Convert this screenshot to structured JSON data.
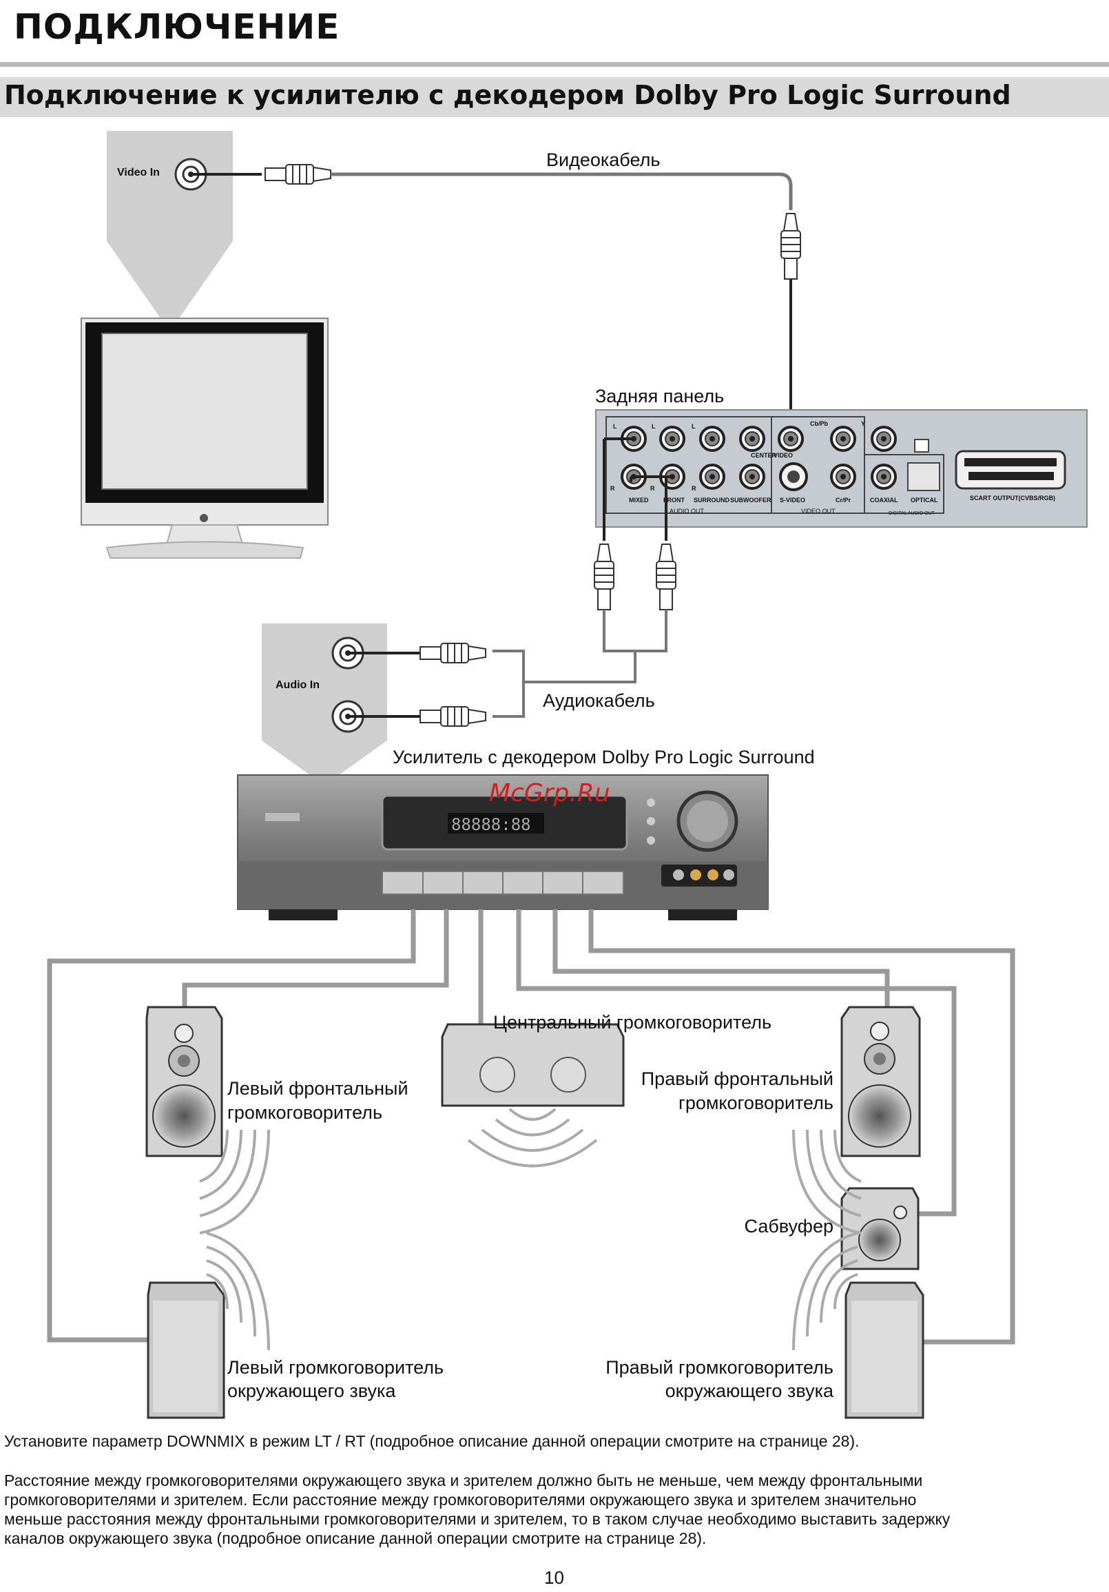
{
  "header": {
    "title": "ПОДКЛЮЧЕНИЕ",
    "subtitle": "Подключение к усилителю с декодером Dolby Pro Logic Surround"
  },
  "diagram": {
    "video_in": "Video In",
    "audio_in": "Audio In",
    "video_cable": "Видеокабель",
    "rear_panel": "Задняя панель",
    "audio_cable": "Аудиокабель",
    "amplifier": "Усилитель с декодером Dolby Pro Logic Surround",
    "center_speaker": "Центральный громкоговоритель",
    "left_front_speaker": [
      "Левый фронтальный",
      "громкоговоритель"
    ],
    "right_front_speaker": [
      "Правый фронтальный",
      "громкоговоритель"
    ],
    "subwoofer": "Сабвуфер",
    "left_surround_speaker": [
      "Левый громкоговоритель",
      "окружающего звука"
    ],
    "right_surround_speaker": [
      "Правый громкоговоритель",
      "окружающего звука"
    ],
    "panel_labels": {
      "mixed": "MIXED",
      "front": "FRONT",
      "surround": "SURROUND",
      "subwoofer": "SUBWOOFER",
      "center": "CENTER",
      "video": "VIDEO",
      "cbpb": "Cb/Pb",
      "y": "Y",
      "svideo": "S-VIDEO",
      "crpr": "Cr/Pr",
      "coaxial": "COAXIAL",
      "optical": "OPTICAL",
      "audio_out": "AUDIO OUT",
      "video_out": "VIDEO OUT",
      "digital_audio_out": "DIGITAL AUDIO OUT",
      "scart": "SCART OUTPUT(CVBS/RGB)",
      "l": "L",
      "r": "R"
    }
  },
  "watermark": "McGrp.Ru",
  "body": {
    "note1": "Установите параметр DOWNMIX в режим LT / RT (подробное описание данной операции смотрите на странице 28).",
    "note2_lines": [
      "Расстояние между громкоговорителями окружающего звука и зрителем должно быть не меньше, чем между фронтальными",
      "громкоговорителями и зрителем. Если расстояние между громкоговорителями окружающего звука и зрителем значительно",
      "меньше расстояния между фронтальными громкоговорителями и зрителем, то в таком случае необходимо выставить задержку",
      "каналов окружающего звука (подробное описание данной операции смотрите на странице 28)."
    ]
  },
  "page_number": "10"
}
